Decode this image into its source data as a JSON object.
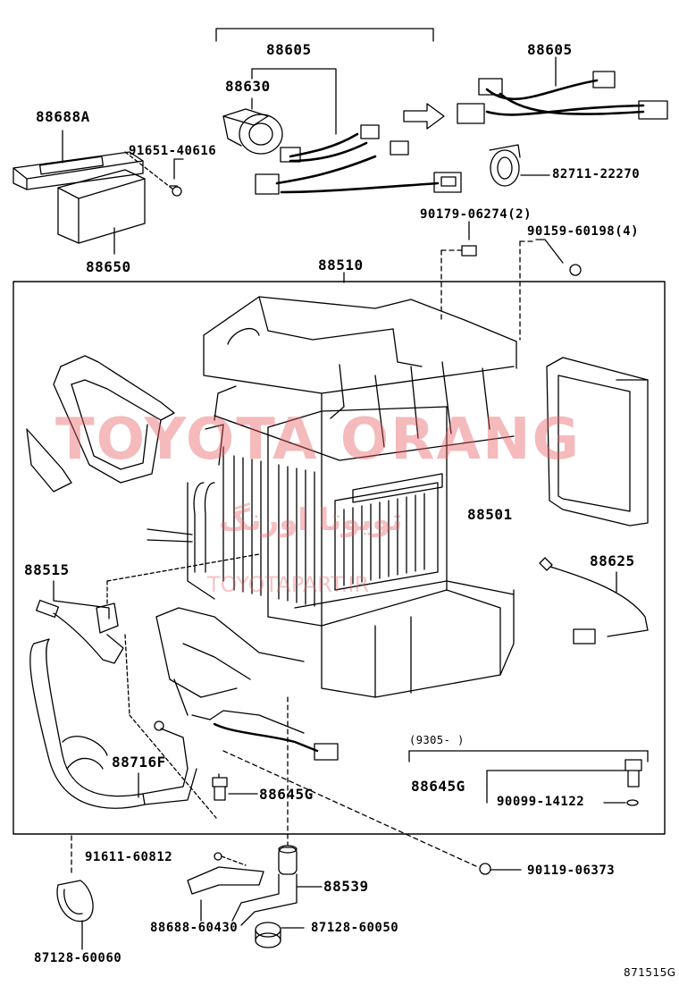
{
  "diagram_code": "871515G",
  "watermark": {
    "brand": "TOYOTA ORANG",
    "arabic": "تویوتا اورنگ",
    "url": "TOYOTAPART.IR"
  },
  "parts": {
    "p88605_top": "88605",
    "p88605_right": "88605",
    "p88630": "88630",
    "p88688A": "88688A",
    "p91651": "91651-40616",
    "p82711": "82711-22270",
    "p88650": "88650",
    "p90179": "90179-06274(2)",
    "p90159": "90159-60198(4)",
    "p88510": "88510",
    "p88501": "88501",
    "p88515": "88515",
    "p88625": "88625",
    "p88716F": "88716F",
    "p88645G_left": "88645G",
    "p88645G_right": "88645G",
    "p90099": "90099-14122",
    "p91611": "91611-60812",
    "p88539": "88539",
    "p90119": "90119-06373",
    "p88688_60430": "88688-60430",
    "p87128_60050": "87128-60050",
    "p87128_60060": "87128-60060"
  },
  "date_range": "(9305-     )"
}
